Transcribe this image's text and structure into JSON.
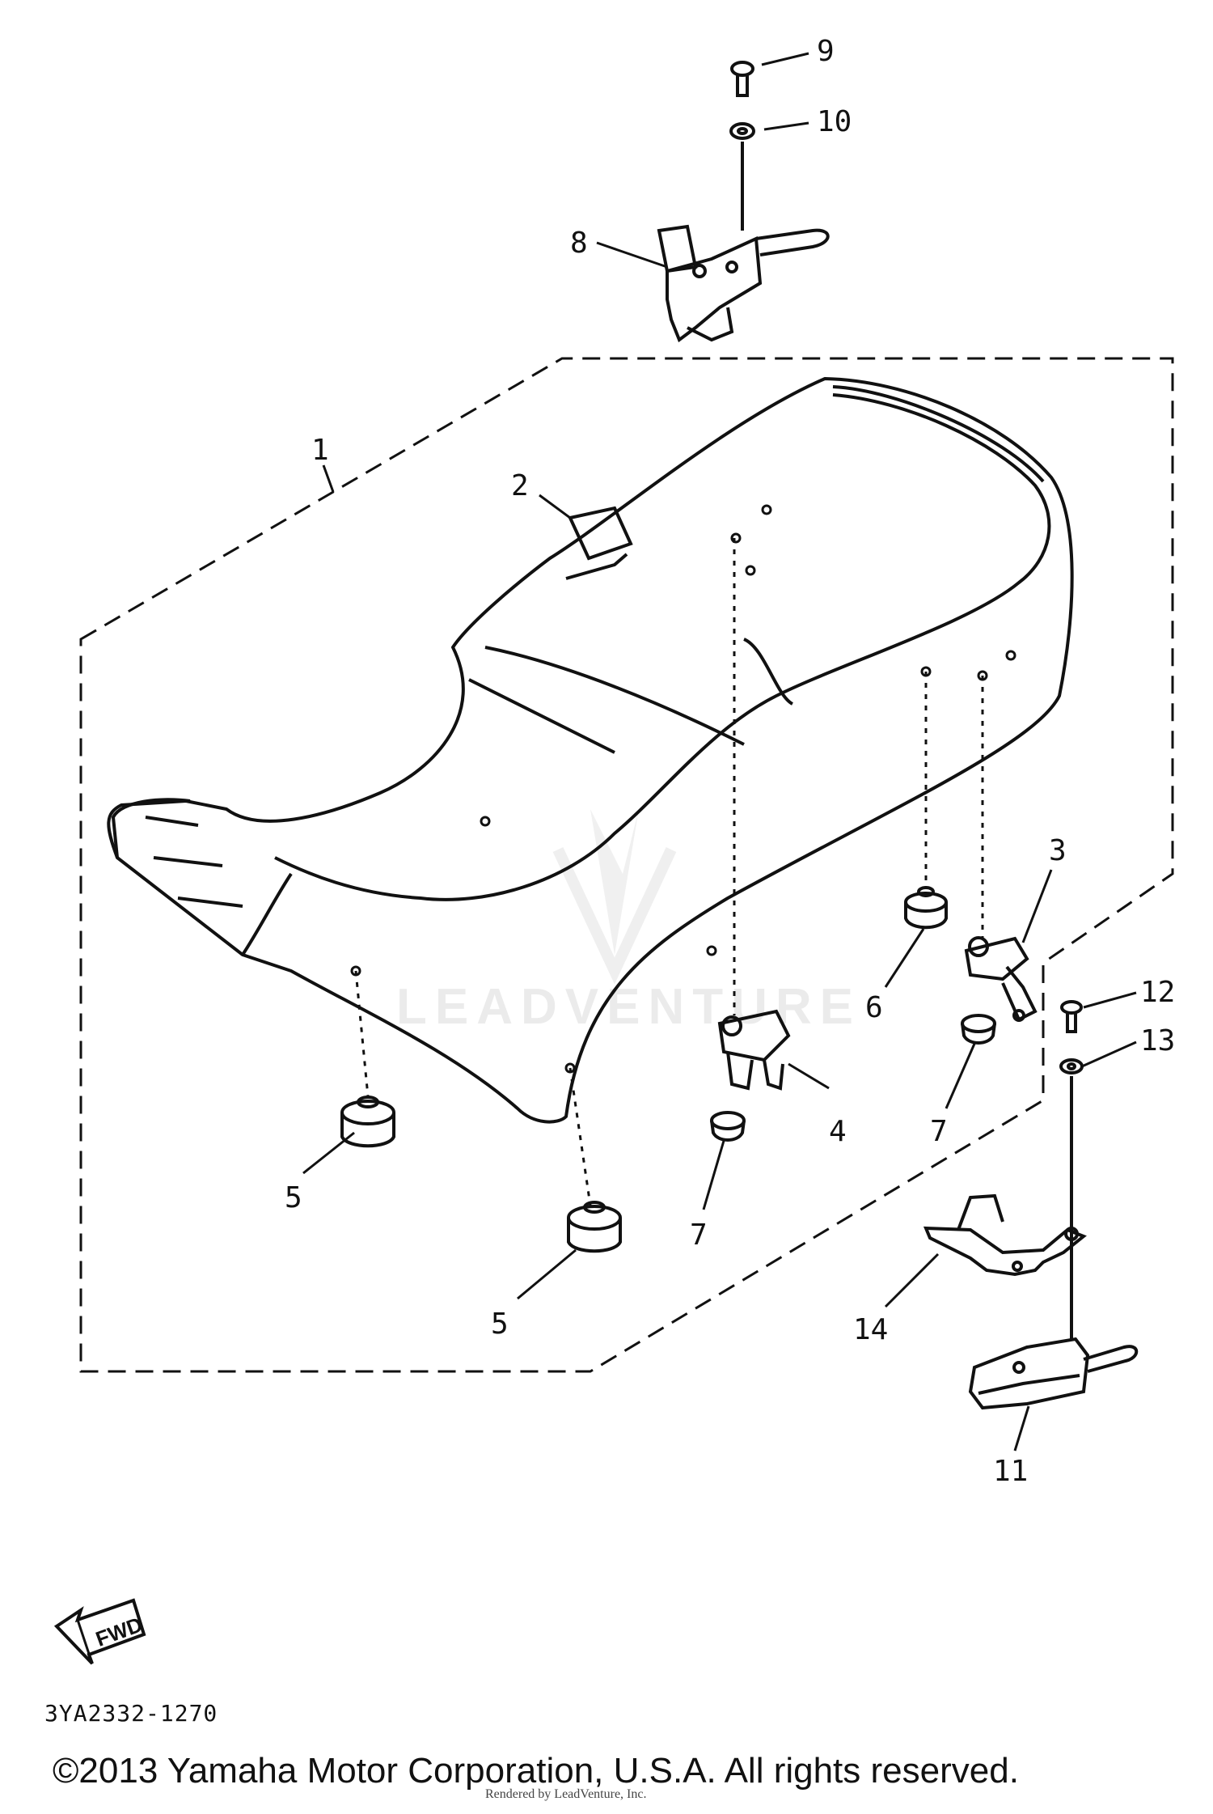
{
  "diagram": {
    "callouts": [
      "1",
      "2",
      "3",
      "4",
      "5",
      "5",
      "6",
      "7",
      "7",
      "8",
      "9",
      "10",
      "11",
      "12",
      "13",
      "14"
    ],
    "fwd_label": "FWD",
    "part_code": "3YA2332-1270",
    "watermark": "LEADVENTURE",
    "rendered_note": "Rendered by LeadVenture, Inc.",
    "copyright": "©2013 Yamaha Motor Corporation, U.S.A. All rights reserved."
  }
}
